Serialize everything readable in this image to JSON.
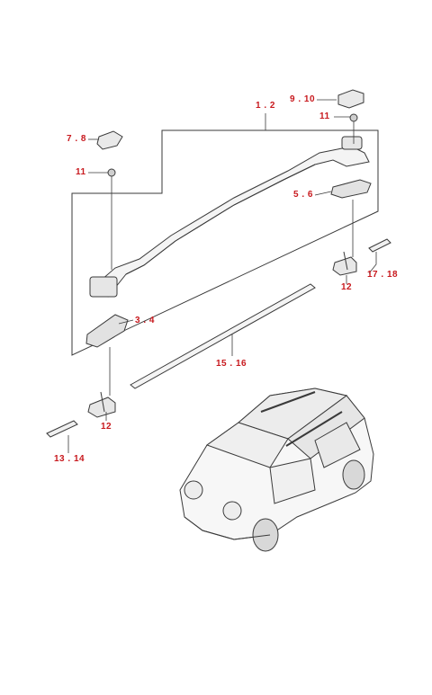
{
  "theme": {
    "callout_color": "#c8191e",
    "line_color": "#3a3a3a"
  },
  "callouts": {
    "roof_rail_assy": "1 . 2",
    "rear_cover": "9 . 10",
    "nut_rear": "11",
    "front_cover": "7 . 8",
    "nut_front": "11",
    "rear_pad": "5 . 6",
    "rear_clip_strip": "17 . 18",
    "rear_bracket": "12",
    "front_pad": "3 . 4",
    "side_molding": "15 . 16",
    "front_bracket": "12",
    "front_clip_strip": "13 . 14"
  }
}
